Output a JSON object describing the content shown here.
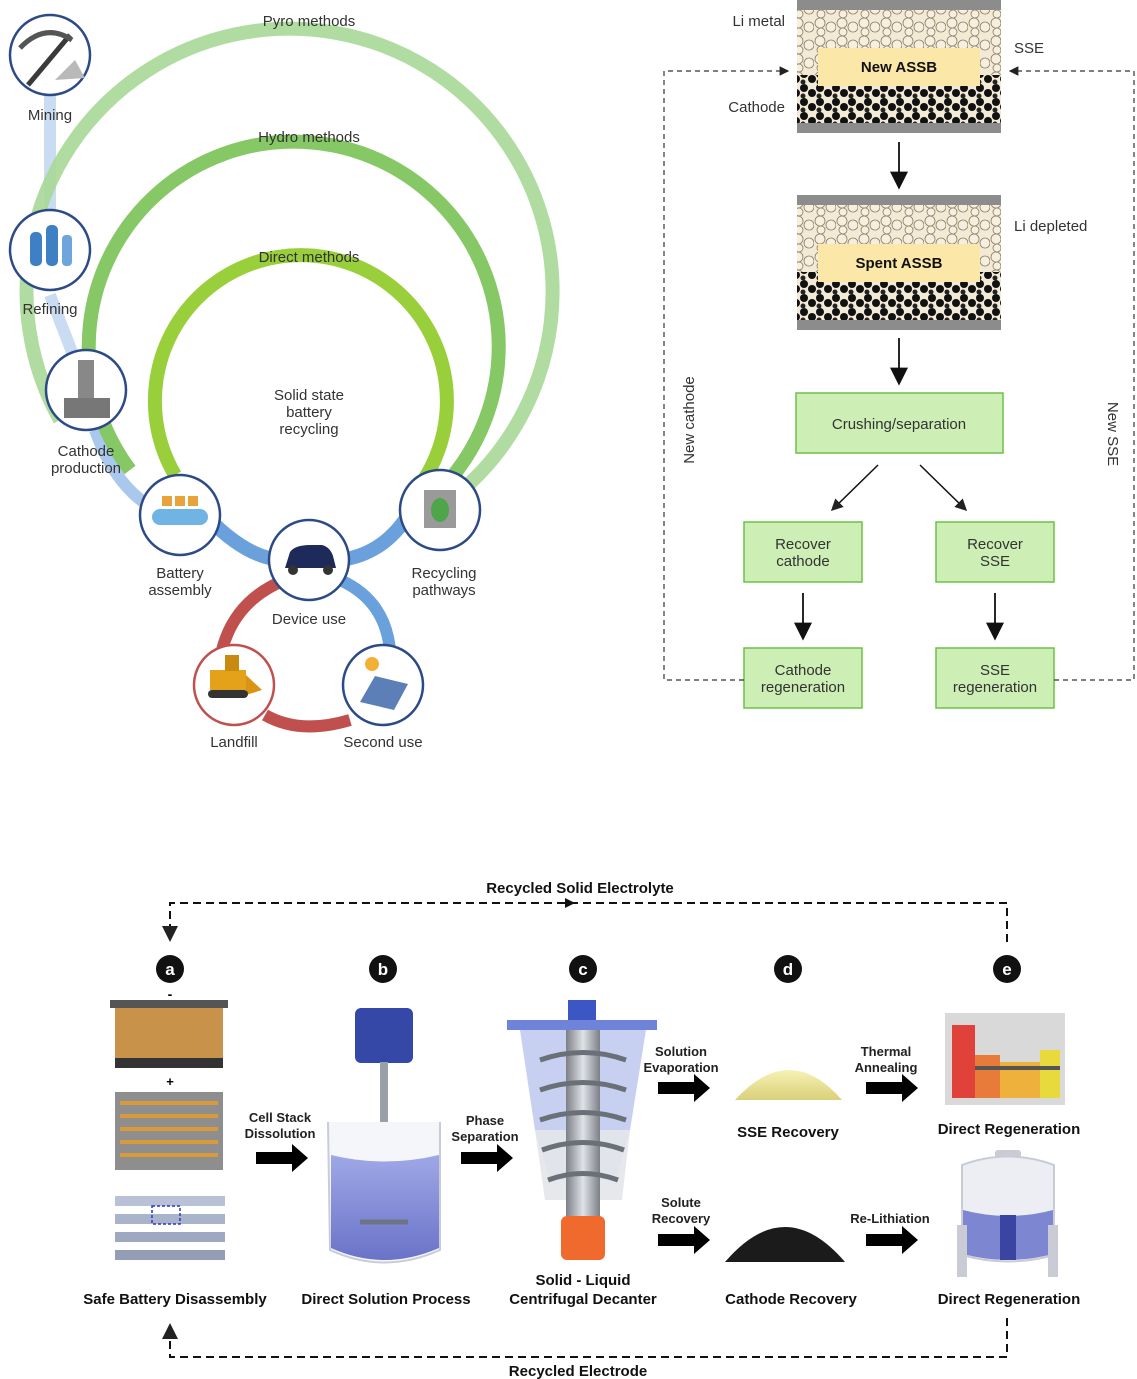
{
  "panel_cycle": {
    "methods": {
      "pyro": "Pyro methods",
      "hydro": "Hydro methods",
      "direct": "Direct methods"
    },
    "center": [
      "Solid state",
      "battery",
      "recycling"
    ],
    "nodes": {
      "mining": "Mining",
      "refining": "Refining",
      "cathode_production": [
        "Cathode",
        "production"
      ],
      "battery_assembly": [
        "Battery",
        "assembly"
      ],
      "device_use": "Device use",
      "recycling_pathways": [
        "Recycling",
        "pathways"
      ],
      "landfill": "Landfill",
      "second_use": "Second use"
    },
    "colors": {
      "pyro": "#9bcf8a",
      "hydro": "#7cc35a",
      "direct": "#8fcc3a",
      "supply": "#8fb8e4",
      "loss": "#c0504d"
    }
  },
  "panel_flow": {
    "labels": {
      "li_metal": "Li metal",
      "sse": "SSE",
      "cathode": "Cathode",
      "li_depleted": "Li depleted",
      "new_cathode": "New cathode",
      "new_sse": "New SSE"
    },
    "cells": {
      "new": "New ASSB",
      "spent": "Spent ASSB"
    },
    "boxes": {
      "crushing": "Crushing/separation",
      "recover_cathode": [
        "Recover",
        "cathode"
      ],
      "recover_sse": [
        "Recover",
        "SSE"
      ],
      "cathode_regen": [
        "Cathode",
        "regeneration"
      ],
      "sse_regen": [
        "SSE",
        "regeneration"
      ]
    },
    "colors": {
      "box_fill": "#cdeeb4",
      "box_stroke": "#6cc04a"
    }
  },
  "panel_process": {
    "top_loop": "Recycled Solid Electrolyte",
    "bottom_loop": "Recycled Electrode",
    "steps": [
      {
        "letter": "a",
        "label": "Safe Battery Disassembly"
      },
      {
        "letter": "b",
        "label": "Direct Solution Process"
      },
      {
        "letter": "c",
        "label": [
          "Solid - Liquid",
          "Centrifugal Decanter"
        ]
      },
      {
        "letter": "d",
        "label": "SSE Recovery"
      },
      {
        "letter": "e",
        "label": "Direct Regeneration"
      }
    ],
    "cathode_recovery": "Cathode Recovery",
    "direct_regeneration_bottom": "Direct Regeneration",
    "stack_minus": "-",
    "stack_plus": "+",
    "arrows": {
      "cell_stack": [
        "Cell Stack",
        "Dissolution"
      ],
      "phase": [
        "Phase",
        "Separation"
      ],
      "solution_evap": [
        "Solution",
        "Evaporation"
      ],
      "solute_recovery": [
        "Solute",
        "Recovery"
      ],
      "thermal": [
        "Thermal",
        "Annealing"
      ],
      "relithiation": "Re-Lithiation"
    }
  }
}
